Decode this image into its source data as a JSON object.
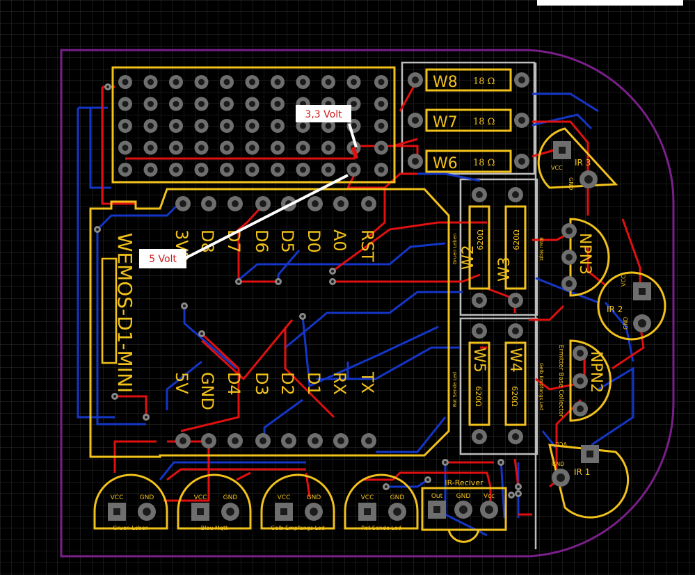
{
  "colors": {
    "background": "#000000",
    "grid": "#2f2f2f",
    "outline": "#7a1f8a",
    "silk": "#f2c21b",
    "copper_top": "#e01010",
    "copper_bottom": "#1436c8",
    "pad": "#6e6e6e",
    "pad_hole": "#1b1b1b",
    "divider": "#bdbdbd",
    "callout_text": "#cc1a1a"
  },
  "module": {
    "name": "WEMOS-D1-MINI",
    "top_pins": [
      "RST",
      "A0",
      "D0",
      "D5",
      "D6",
      "D7",
      "D8",
      "3V3"
    ],
    "bottom_pins": [
      "TX",
      "RX",
      "D1",
      "D2",
      "D3",
      "D4",
      "GND",
      "5V"
    ]
  },
  "callouts": {
    "v33": "3,3 Volt",
    "v5": "5 Volt"
  },
  "resistors": {
    "w8": {
      "name": "W8",
      "value": "18 Ω"
    },
    "w7": {
      "name": "W7",
      "value": "18 Ω"
    },
    "w6": {
      "name": "W6",
      "value": "18 Ω"
    },
    "w2": {
      "name": "W2",
      "value": "620Ω",
      "side_label": "Gruen Leben"
    },
    "w3": {
      "name": "W3",
      "value": "620Ω",
      "side_label": "Blau Mqtt"
    },
    "w5": {
      "name": "W5",
      "value": "620Ω",
      "side_label": "Rot Sende Led"
    },
    "w4": {
      "name": "W4",
      "value": "620Ω",
      "side_label": "Gelb Empfangs Led"
    }
  },
  "transistors": {
    "npn3": "NPN3",
    "npn2": "NPN2",
    "npn2_pins": "Ermitter Base Collector"
  },
  "ir_leds": {
    "ir3": {
      "name": "IR 3",
      "vcc": "VCC",
      "gnd": "GND"
    },
    "ir2": {
      "name": "IR 2",
      "vcc": "VCC",
      "gnd": "GND"
    },
    "ir1": {
      "name": "IR 1",
      "vcc": "VCC",
      "gnd": "GND"
    }
  },
  "leds": [
    {
      "vcc": "VCC",
      "gnd": "GND",
      "label": "Gruen Leben"
    },
    {
      "vcc": "VCC",
      "gnd": "GND",
      "label": "Blau Mqtt"
    },
    {
      "vcc": "VCC",
      "gnd": "GND",
      "label": "Gelb Empfangs Led"
    },
    {
      "vcc": "VCC",
      "gnd": "GND",
      "label": "Rot Sende Led"
    }
  ],
  "ir_receiver": {
    "title": "IR-Reciver",
    "pins": [
      "Out",
      "GND",
      "Vcc"
    ]
  }
}
